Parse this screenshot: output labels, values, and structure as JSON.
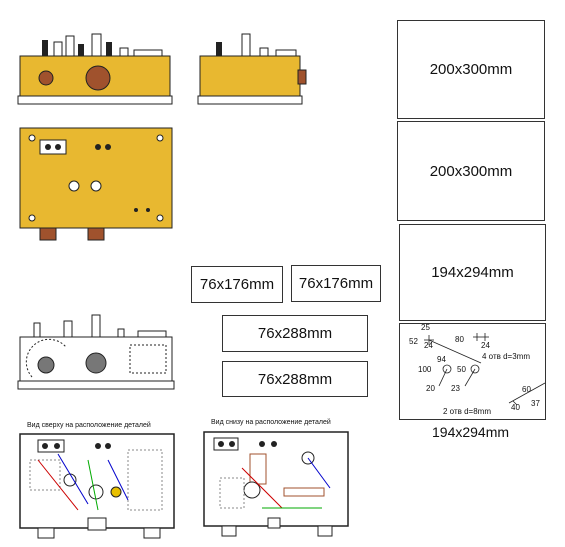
{
  "panels": {
    "p1": "200x300mm",
    "p2": "200x300mm",
    "p3": "194x294mm",
    "side_a": "76x176mm",
    "side_b": "76x176mm",
    "front_a": "76x288mm",
    "front_b": "76x288mm",
    "drill_caption": "194x294mm"
  },
  "drill": {
    "d25": "25",
    "d52": "52",
    "d24a": "24",
    "d80": "80",
    "d24b": "24",
    "note_4": "4 отв d=3mm",
    "d100": "100",
    "d94": "94",
    "d50": "50",
    "d20": "20",
    "d23": "23",
    "d60": "60",
    "note_2": "2 отв d=8mm",
    "d40": "40",
    "d37": "37"
  },
  "captions": {
    "top_layout": "Вид сверху на расположение деталей",
    "bottom_layout": "Вид снизу на расположение деталей"
  },
  "colors": {
    "chassis": "#e8b830",
    "knob": "#a0522d",
    "base": "#ffffff"
  }
}
